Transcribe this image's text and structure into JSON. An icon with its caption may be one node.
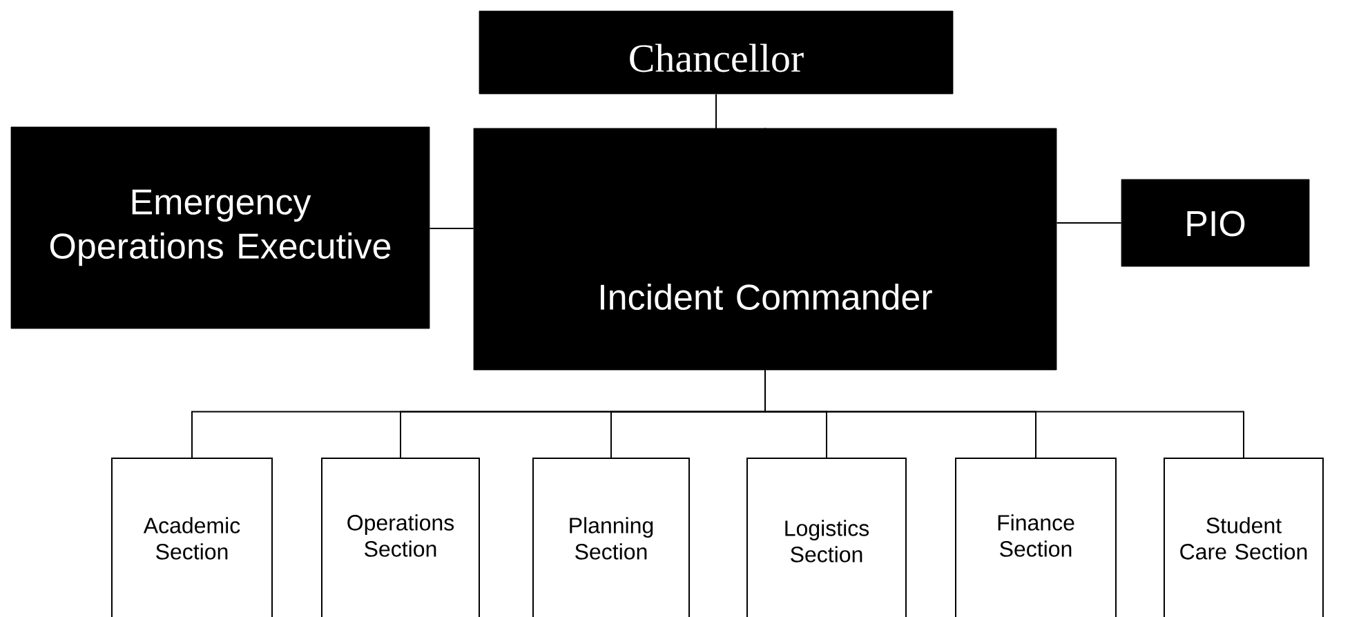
{
  "diagram": {
    "nodes": [
      {
        "text": [
          "Chancellor"
        ]
      },
      {
        "text": [
          "Emergency Operations Executive"
        ]
      },
      {
        "text": [
          "Incident Commander"
        ]
      },
      {
        "text": [
          "PIO"
        ]
      },
      {
        "text": [
          "Academic Section"
        ]
      },
      {
        "text": [
          "Operations Section"
        ]
      },
      {
        "text": [
          "Planning Section"
        ]
      },
      {
        "text": [
          "Logistics Section"
        ]
      },
      {
        "text": [
          "Finance Section"
        ]
      },
      {
        "text": [
          "Student Care Section"
        ]
      }
    ],
    "edges": [
      {
        "from": 0,
        "to": 2,
        "arrow": "none"
      },
      {
        "from": 1,
        "to": 2,
        "arrow": "none"
      },
      {
        "from": 2,
        "to": 3,
        "arrow": "none"
      },
      {
        "from": 2,
        "to": 4,
        "arrow": "none"
      },
      {
        "from": 2,
        "to": 5,
        "arrow": "none"
      },
      {
        "from": 2,
        "to": 6,
        "arrow": "none"
      },
      {
        "from": 2,
        "to": 7,
        "arrow": "none"
      },
      {
        "from": 2,
        "to": 8,
        "arrow": "none"
      },
      {
        "from": 2,
        "to": 9,
        "arrow": "none"
      }
    ]
  }
}
